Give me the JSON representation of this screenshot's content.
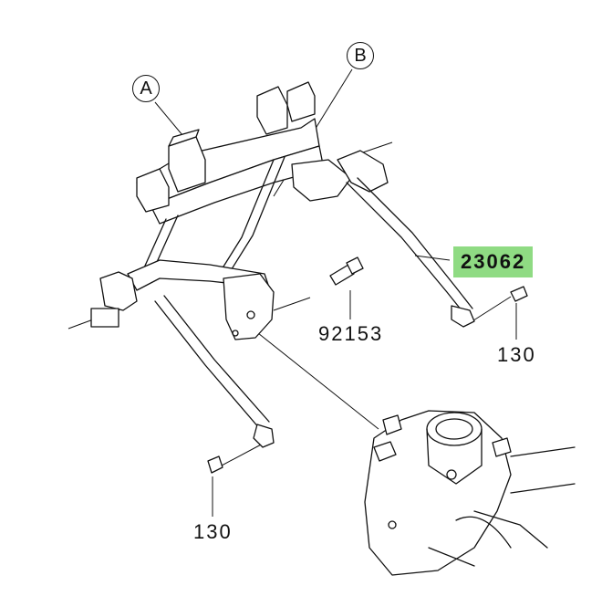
{
  "callouts": {
    "a": "A",
    "b": "B"
  },
  "parts": {
    "highlighted": "23062",
    "bolt_center": "92153",
    "bolt_right": "130",
    "bolt_bottom": "130"
  },
  "colors": {
    "highlight": "#8fdb83",
    "ink": "#111111"
  }
}
